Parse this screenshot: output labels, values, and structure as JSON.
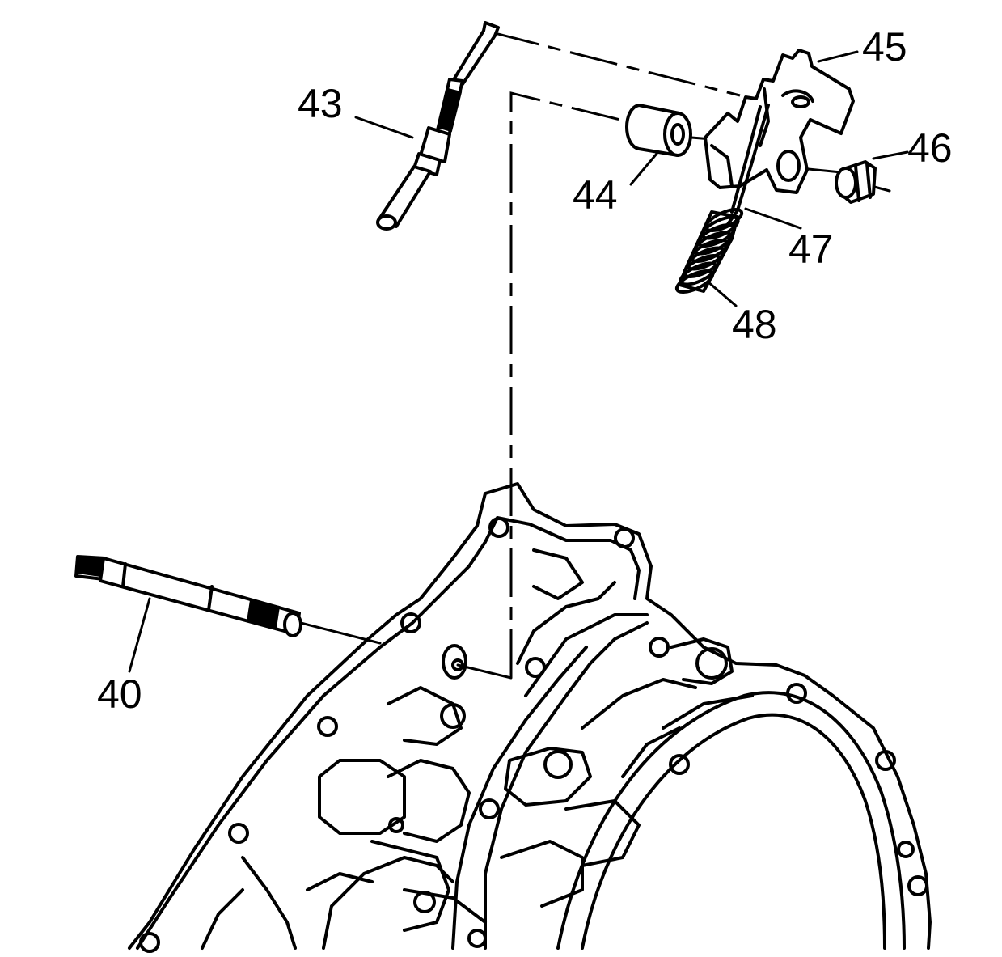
{
  "callouts": {
    "c43": "43",
    "c44": "44",
    "c45": "45",
    "c46": "46",
    "c47": "47",
    "c48": "48",
    "c40": "40"
  }
}
